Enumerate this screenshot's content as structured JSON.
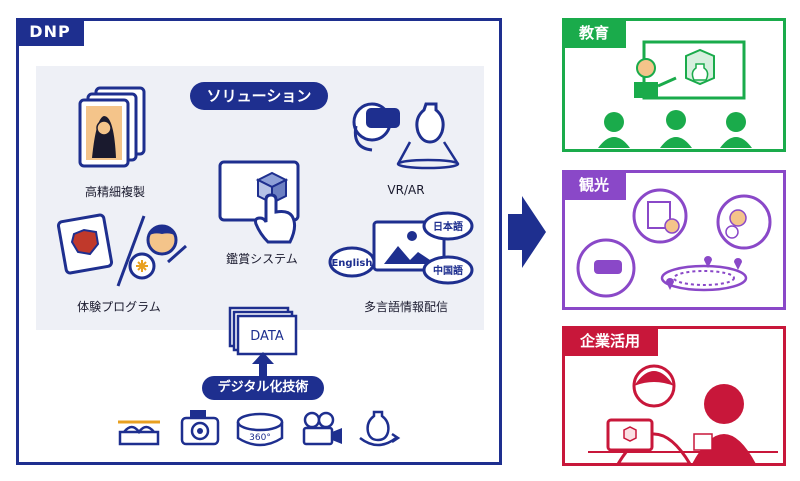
{
  "dnp": {
    "label": "DNP"
  },
  "solution": {
    "badge": "ソリューション",
    "items": {
      "reproduction": "高精細複製",
      "vrar": "VR/AR",
      "appreciation": "鑑賞システム",
      "experience": "体験プログラム",
      "multilingual": "多言語情報配信"
    },
    "bubbles": {
      "english": "English",
      "japanese": "日本語",
      "chinese": "中国語"
    }
  },
  "digitization": {
    "badge": "デジタル化技術",
    "data_label": "DATA",
    "camera360_label": "360°"
  },
  "categories": {
    "education": {
      "label": "教育",
      "color": "#1aab4b"
    },
    "tourism": {
      "label": "観光",
      "color": "#8a48c8"
    },
    "enterprise": {
      "label": "企業活用",
      "color": "#c8173a"
    }
  },
  "colors": {
    "navy": "#1e2f8f"
  }
}
